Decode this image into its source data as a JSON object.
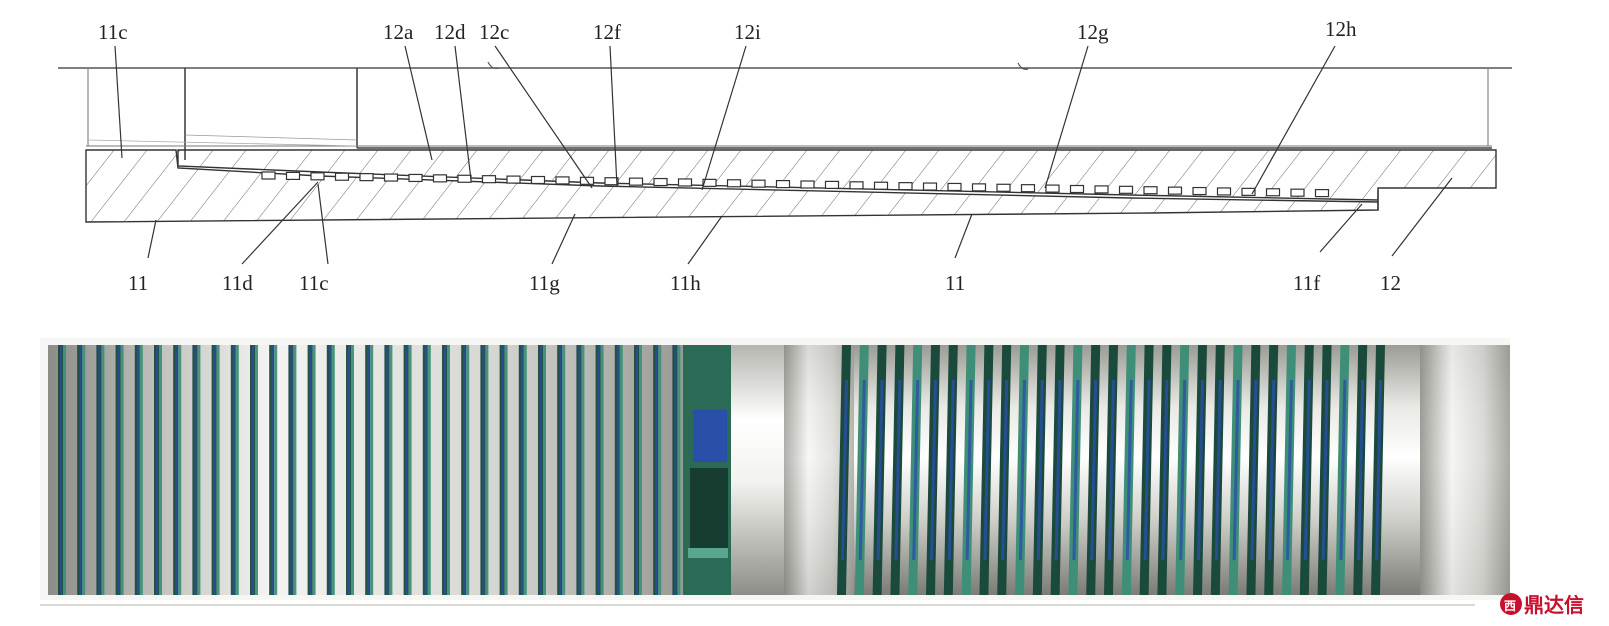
{
  "diagram": {
    "labels_top": [
      "11c",
      "12a",
      "12d",
      "12c",
      "12f",
      "12i",
      "12g",
      "12h"
    ],
    "labels_bottom": [
      "11",
      "11d",
      "11c",
      "11g",
      "11h",
      "11",
      "11f",
      "12"
    ]
  },
  "watermark": {
    "text": "鼎达信",
    "color": "#c8102e",
    "icon": "seal-icon"
  },
  "colors": {
    "thread_dark": "#1a4a3c",
    "thread_teal": "#3f8f78",
    "thread_blue": "#2a4fa8",
    "steel_light": "#e8e8e4",
    "steel_dark": "#8a8a84"
  }
}
